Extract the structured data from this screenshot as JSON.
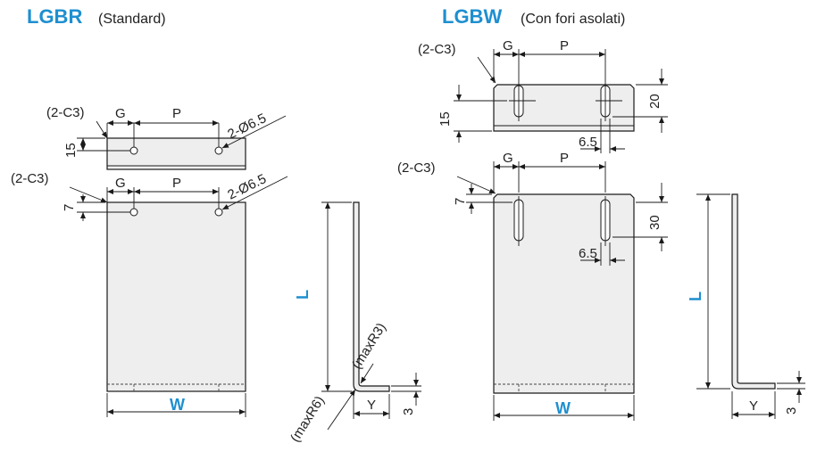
{
  "colors": {
    "accent": "#1e8fd0",
    "part_fill": "#eeeeee",
    "line": "#1a1a1a"
  },
  "lgbr": {
    "title": "LGBR",
    "subtitle": "(Standard)",
    "top_view": {
      "chamfer": "(2-C3)",
      "g": "G",
      "p": "P",
      "hole": "2-Ø6.5",
      "height": "15"
    },
    "front_view": {
      "chamfer": "(2-C3)",
      "g": "G",
      "p": "P",
      "hole": "2-Ø6.5",
      "offset": "7",
      "width": "W"
    },
    "side_view": {
      "length": "L",
      "radius_outer": "(maxR6)",
      "radius_inner": "(maxR3)",
      "y": "Y",
      "thickness": "3"
    }
  },
  "lgbw": {
    "title": "LGBW",
    "subtitle": "(Con fori asolati)",
    "top_view": {
      "chamfer": "(2-C3)",
      "g": "G",
      "p": "P",
      "height": "15",
      "slot_len": "20",
      "slot_width": "6.5"
    },
    "front_view": {
      "chamfer": "(2-C3)",
      "g": "G",
      "p": "P",
      "offset": "7",
      "slot_len": "30",
      "slot_width": "6.5",
      "width": "W"
    },
    "side_view": {
      "length": "L",
      "y": "Y",
      "thickness": "3"
    }
  }
}
